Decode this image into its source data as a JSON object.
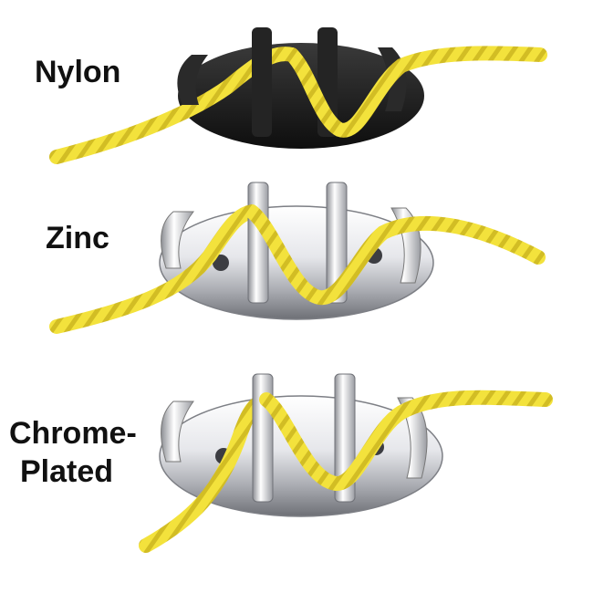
{
  "labels": {
    "nylon": "Nylon",
    "zinc": "Zinc",
    "chrome_line1": "Chrome-",
    "chrome_line2": "Plated"
  },
  "colors": {
    "rope": "#f2e13a",
    "rope_shadow": "#c9b51e",
    "nylon_body": "#1c1c1c",
    "metal_light": "#f4f4f6",
    "metal_dark": "#8a8c92"
  },
  "items": [
    {
      "name": "nylon-cleat",
      "material": "nylon"
    },
    {
      "name": "zinc-cleat",
      "material": "zinc"
    },
    {
      "name": "chrome-cleat",
      "material": "chrome-plated"
    }
  ]
}
